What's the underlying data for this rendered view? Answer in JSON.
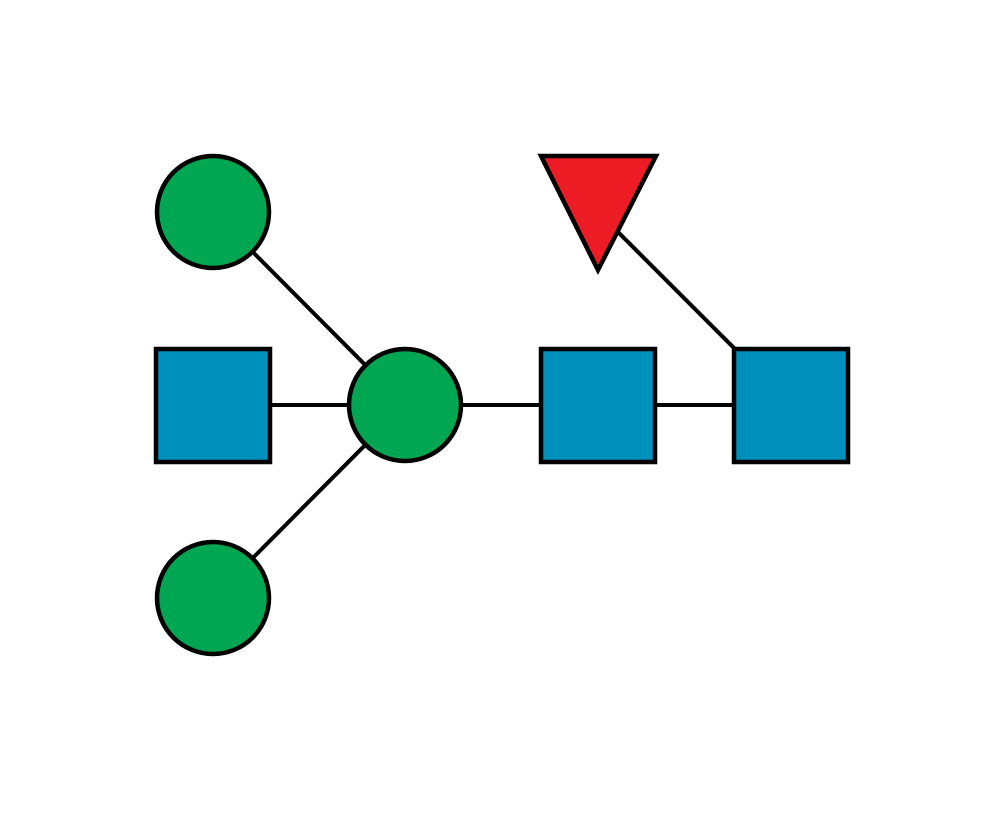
{
  "diagram": {
    "type": "glycan-snfg",
    "symbol_colors": {
      "mannose": "#00A651",
      "glcnac": "#0090BC",
      "fucose": "#ED1C24",
      "outline": "#000000",
      "background": "#FFFFFF"
    },
    "residues": [
      {
        "id": "man-core",
        "symbol": "circle",
        "monosaccharide": "mannose"
      },
      {
        "id": "man-upper",
        "symbol": "circle",
        "monosaccharide": "mannose"
      },
      {
        "id": "man-lower",
        "symbol": "circle",
        "monosaccharide": "mannose"
      },
      {
        "id": "glcnac-bisect",
        "symbol": "square",
        "monosaccharide": "glcnac"
      },
      {
        "id": "glcnac-middle",
        "symbol": "square",
        "monosaccharide": "glcnac"
      },
      {
        "id": "glcnac-reducing",
        "symbol": "square",
        "monosaccharide": "glcnac"
      },
      {
        "id": "fucose",
        "symbol": "triangle",
        "monosaccharide": "fucose"
      }
    ],
    "linkages": [
      {
        "from": "man-upper",
        "to": "man-core"
      },
      {
        "from": "man-lower",
        "to": "man-core"
      },
      {
        "from": "glcnac-bisect",
        "to": "man-core"
      },
      {
        "from": "man-core",
        "to": "glcnac-middle"
      },
      {
        "from": "glcnac-middle",
        "to": "glcnac-reducing"
      },
      {
        "from": "fucose",
        "to": "glcnac-reducing"
      }
    ]
  }
}
